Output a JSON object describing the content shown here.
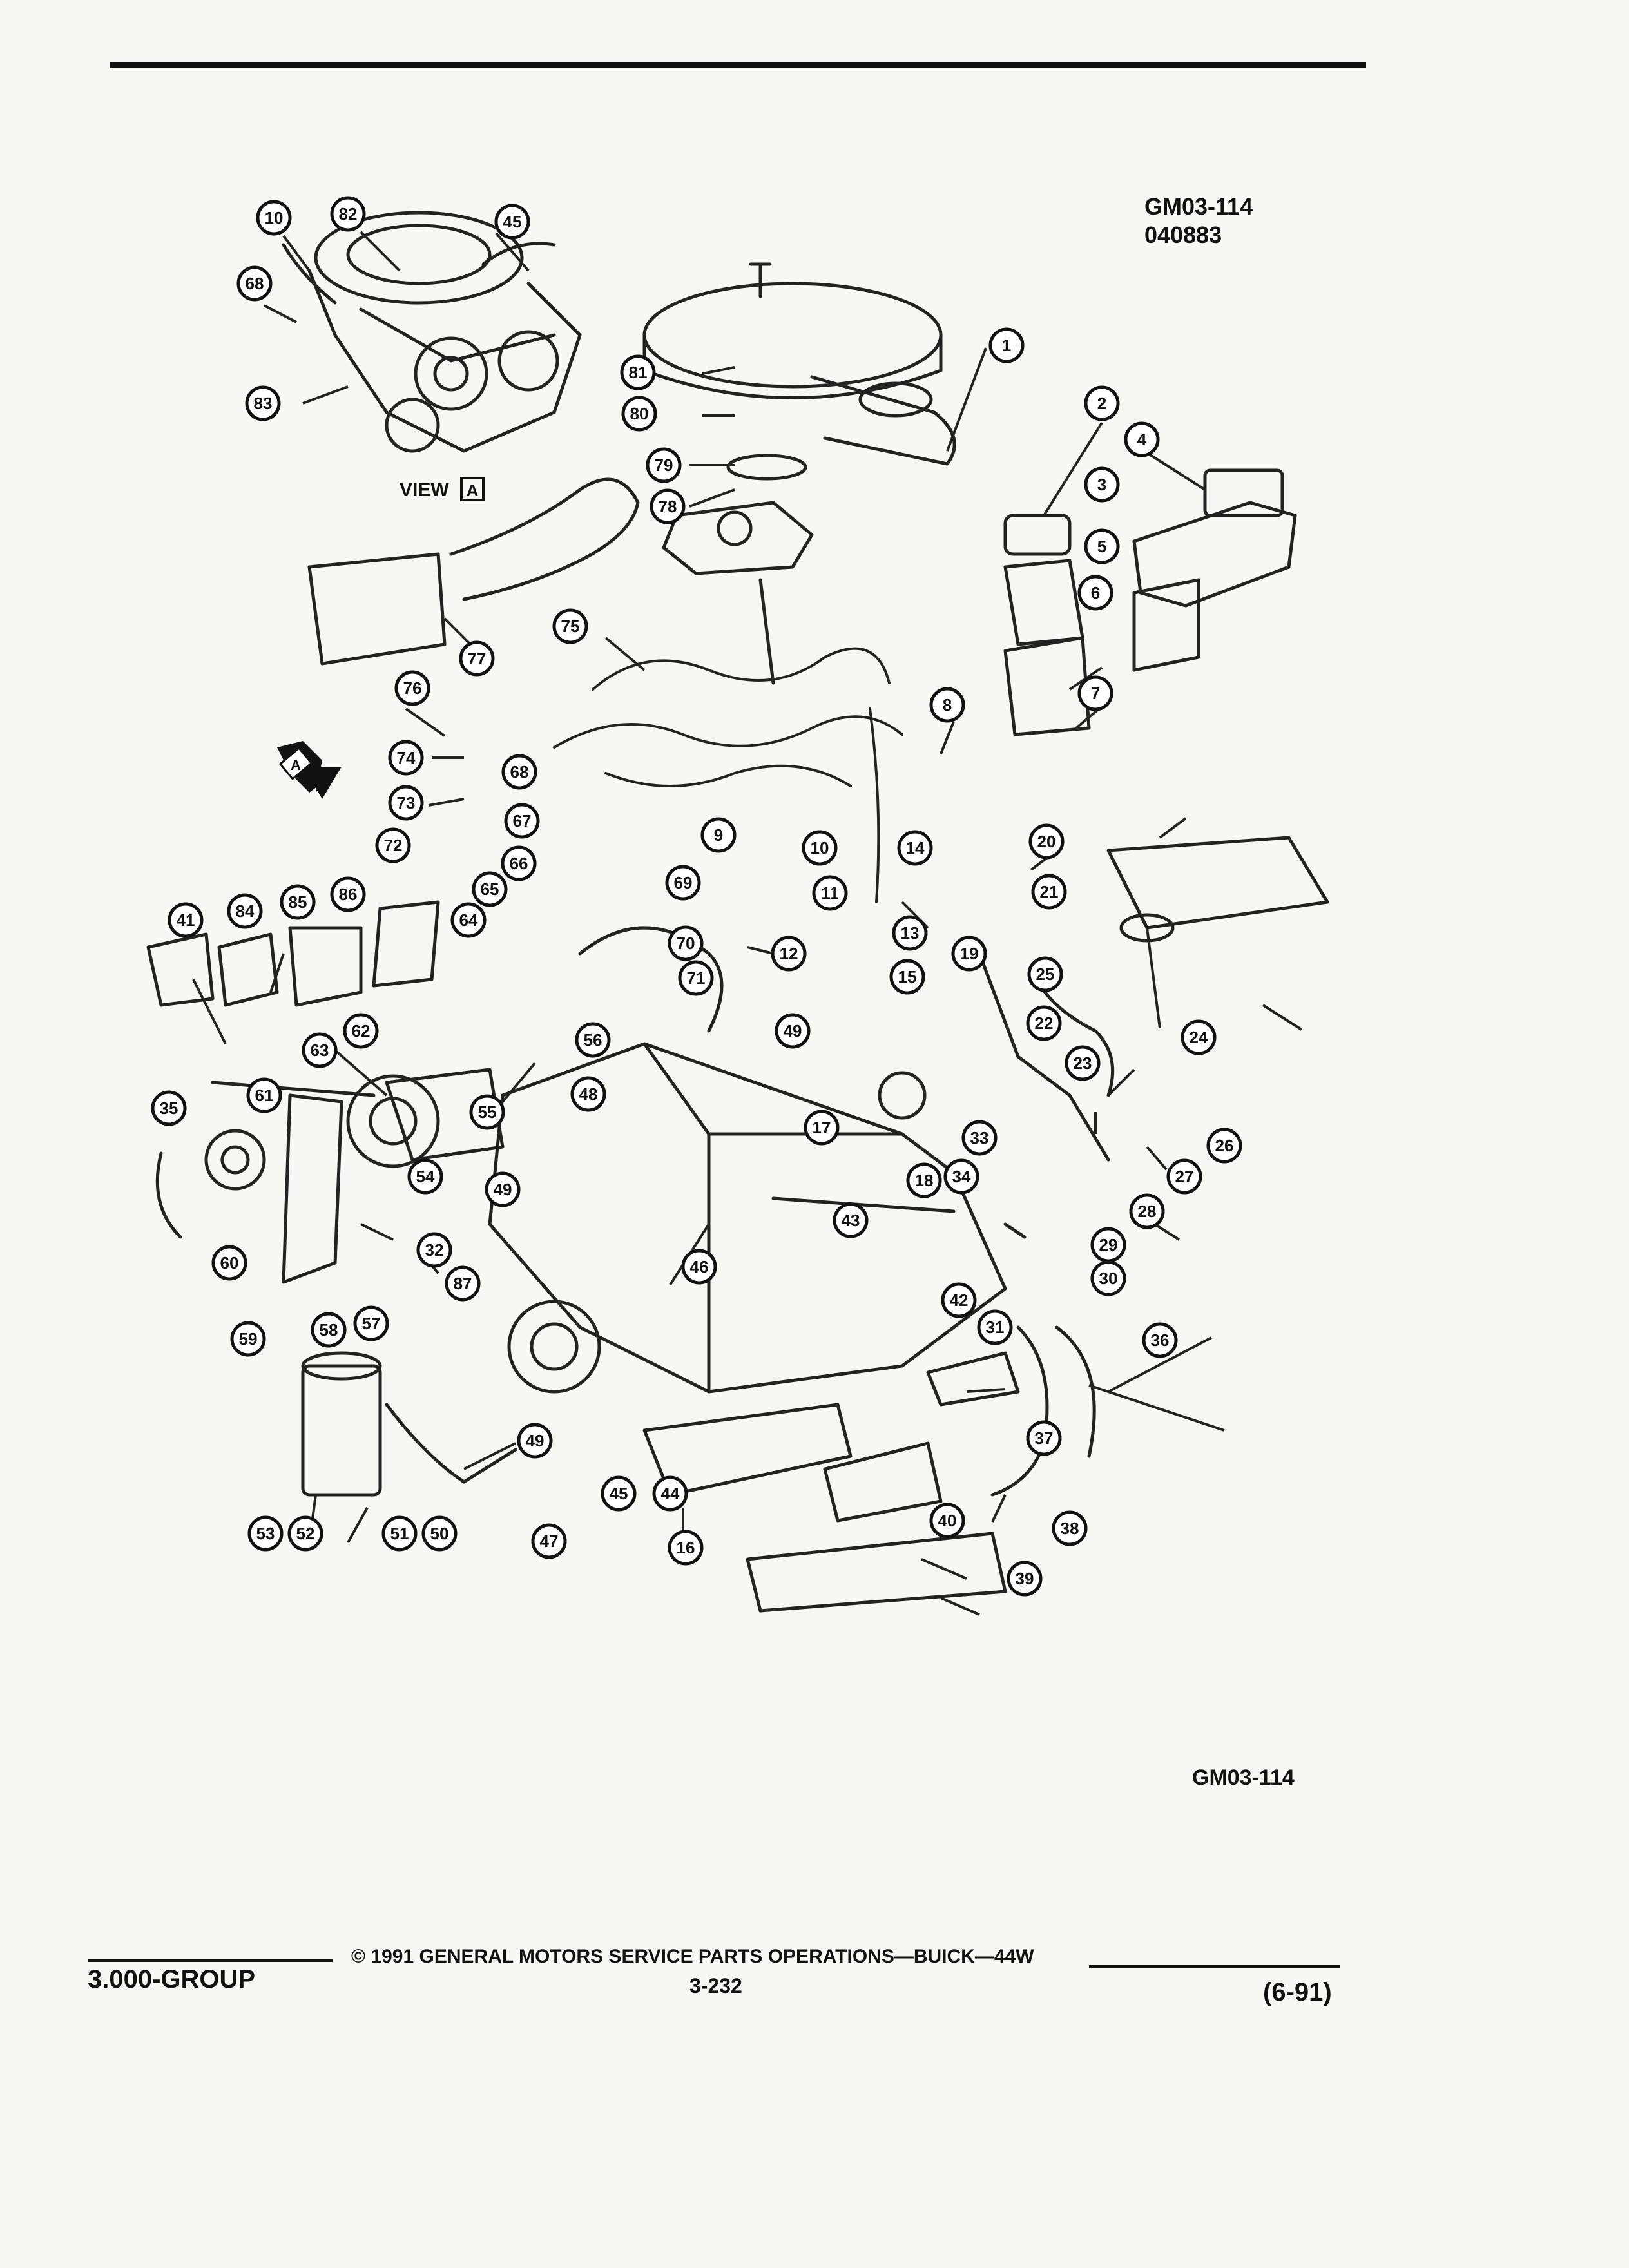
{
  "header": {
    "figure_id": "GM03-114",
    "figure_code": "040883"
  },
  "inset": {
    "label": "VIEW",
    "view_letter": "A",
    "arrow_letter": "A"
  },
  "footer": {
    "copyright": "© 1991 GENERAL MOTORS SERVICE PARTS OPERATIONS—BUICK—44W",
    "group": "3.000-GROUP",
    "page_number": "3-232",
    "revision": "(6-91)",
    "figure_id_bottom": "GM03-114"
  },
  "callouts": [
    {
      "n": "10"
    },
    {
      "n": "82"
    },
    {
      "n": "45"
    },
    {
      "n": "68"
    },
    {
      "n": "83"
    },
    {
      "n": "1"
    },
    {
      "n": "81"
    },
    {
      "n": "80"
    },
    {
      "n": "79"
    },
    {
      "n": "78"
    },
    {
      "n": "2"
    },
    {
      "n": "4"
    },
    {
      "n": "3"
    },
    {
      "n": "5"
    },
    {
      "n": "6"
    },
    {
      "n": "7"
    },
    {
      "n": "8"
    },
    {
      "n": "75"
    },
    {
      "n": "77"
    },
    {
      "n": "76"
    },
    {
      "n": "74"
    },
    {
      "n": "73"
    },
    {
      "n": "68"
    },
    {
      "n": "9"
    },
    {
      "n": "72"
    },
    {
      "n": "67"
    },
    {
      "n": "66"
    },
    {
      "n": "65"
    },
    {
      "n": "64"
    },
    {
      "n": "69"
    },
    {
      "n": "10"
    },
    {
      "n": "11"
    },
    {
      "n": "14"
    },
    {
      "n": "20"
    },
    {
      "n": "21"
    },
    {
      "n": "13"
    },
    {
      "n": "12"
    },
    {
      "n": "70"
    },
    {
      "n": "71"
    },
    {
      "n": "19"
    },
    {
      "n": "15"
    },
    {
      "n": "25"
    },
    {
      "n": "24"
    },
    {
      "n": "41"
    },
    {
      "n": "84"
    },
    {
      "n": "85"
    },
    {
      "n": "86"
    },
    {
      "n": "62"
    },
    {
      "n": "63"
    },
    {
      "n": "61"
    },
    {
      "n": "56"
    },
    {
      "n": "49"
    },
    {
      "n": "22"
    },
    {
      "n": "23"
    },
    {
      "n": "35"
    },
    {
      "n": "55"
    },
    {
      "n": "48"
    },
    {
      "n": "17"
    },
    {
      "n": "33"
    },
    {
      "n": "26"
    },
    {
      "n": "27"
    },
    {
      "n": "54"
    },
    {
      "n": "49"
    },
    {
      "n": "18"
    },
    {
      "n": "34"
    },
    {
      "n": "28"
    },
    {
      "n": "60"
    },
    {
      "n": "32"
    },
    {
      "n": "43"
    },
    {
      "n": "29"
    },
    {
      "n": "46"
    },
    {
      "n": "30"
    },
    {
      "n": "87"
    },
    {
      "n": "59"
    },
    {
      "n": "58"
    },
    {
      "n": "57"
    },
    {
      "n": "42"
    },
    {
      "n": "31"
    },
    {
      "n": "36"
    },
    {
      "n": "49"
    },
    {
      "n": "44"
    },
    {
      "n": "45"
    },
    {
      "n": "37"
    },
    {
      "n": "53"
    },
    {
      "n": "52"
    },
    {
      "n": "51"
    },
    {
      "n": "50"
    },
    {
      "n": "47"
    },
    {
      "n": "16"
    },
    {
      "n": "40"
    },
    {
      "n": "38"
    },
    {
      "n": "39"
    }
  ]
}
